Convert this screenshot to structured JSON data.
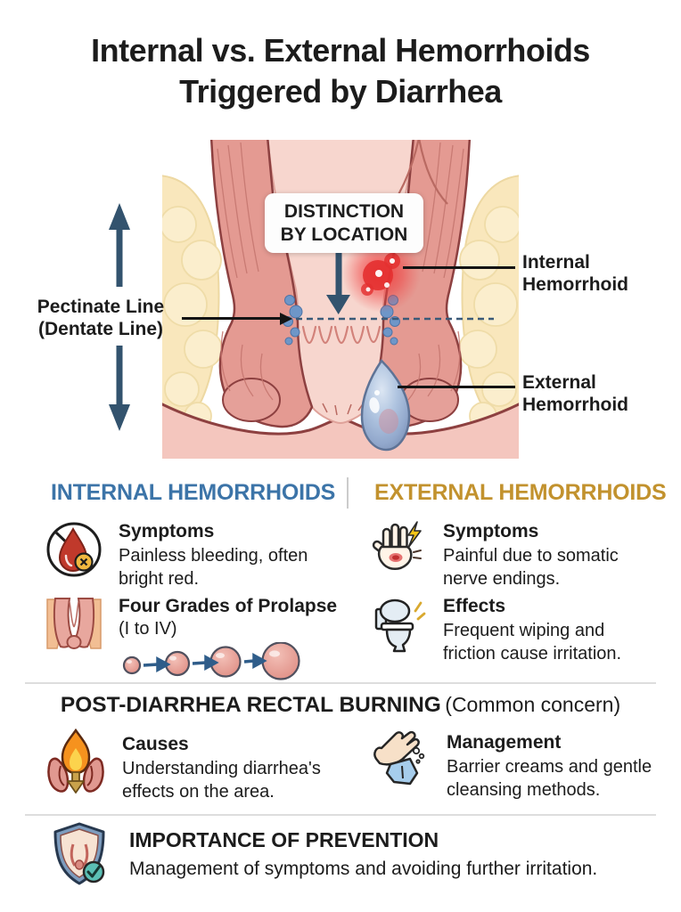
{
  "title": "Internal vs. External Hemorrhoids\nTriggered by Diarrhea",
  "diagram": {
    "distinction_box": "DISTINCTION\nBY LOCATION",
    "pectinate_label": "Pectinate Line\n(Dentate Line)",
    "internal_label": "Internal\nHemorrhoid",
    "external_label": "External\nHemorrhoid"
  },
  "internal_section": {
    "header": "INTERNAL HEMORRHOIDS",
    "accent_color": "#3C74A8",
    "items": [
      {
        "icon": "no-bleeding-icon",
        "title": "Symptoms",
        "text": "Painless bleeding, often\nbright red."
      },
      {
        "icon": "prolapse-icon",
        "title": "Four Grades of Prolapse",
        "subtitle": "(I to IV)"
      }
    ]
  },
  "external_section": {
    "header": "EXTERNAL HEMORRHOIDS",
    "accent_color": "#C2922E",
    "items": [
      {
        "icon": "painful-hand-icon",
        "title": "Symptoms",
        "text": "Painful due to somatic\nnerve endings."
      },
      {
        "icon": "toilet-icon",
        "title": "Effects",
        "text": "Frequent wiping and\nfriction cause irritation."
      }
    ]
  },
  "burning_section": {
    "heading_bold": "POST-DIARRHEA RECTAL BURNING",
    "heading_normal": "(Common concern)",
    "items": [
      {
        "icon": "burning-icon",
        "title": "Causes",
        "text": "Understanding diarrhea's\neffects on the area."
      },
      {
        "icon": "hygiene-icon",
        "title": "Management",
        "text": "Barrier creams and gentle\ncleansing methods."
      }
    ]
  },
  "prevention_section": {
    "icon": "shield-check-icon",
    "title": "IMPORTANCE OF PREVENTION",
    "text": "Management of symptoms and avoiding further irritation."
  }
}
